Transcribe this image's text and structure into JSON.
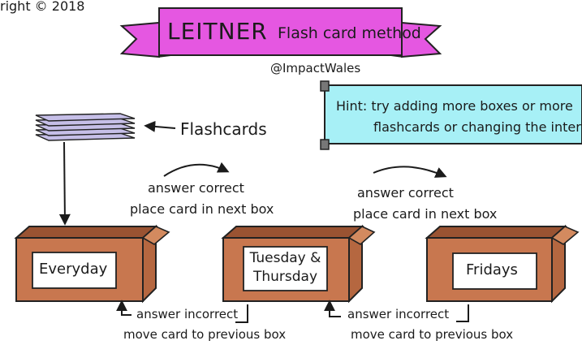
{
  "copyright": "right © 2018",
  "banner": {
    "title": "LEITNER",
    "subtitle": "Flash card method"
  },
  "handle": "@ImpactWales",
  "hint": {
    "line1": "Hint: try adding more boxes or more",
    "line2": "flashcards or changing the intervals"
  },
  "flashcards_label": "Flashcards",
  "correct_1": {
    "line1": "answer correct",
    "line2": "place card in next box"
  },
  "correct_2": {
    "line1": "answer correct",
    "line2": "place card in next box"
  },
  "boxes": [
    {
      "label": "Everyday"
    },
    {
      "line1": "Tuesday &",
      "line2": "Thursday"
    },
    {
      "label": "Fridays"
    }
  ],
  "incorrect_1": {
    "line1": "answer incorrect",
    "line2": "move card to previous box"
  },
  "incorrect_2": {
    "line1": "answer incorrect",
    "line2": "move card to previous box"
  },
  "colors": {
    "banner": "#e557e1",
    "banner_dark": "#b23cb3",
    "hint": "#a7f0f6",
    "box_front": "#c8774f",
    "box_inside": "#9a5332",
    "box_flap": "#d38a5f",
    "cards": "#c6bfe8"
  }
}
